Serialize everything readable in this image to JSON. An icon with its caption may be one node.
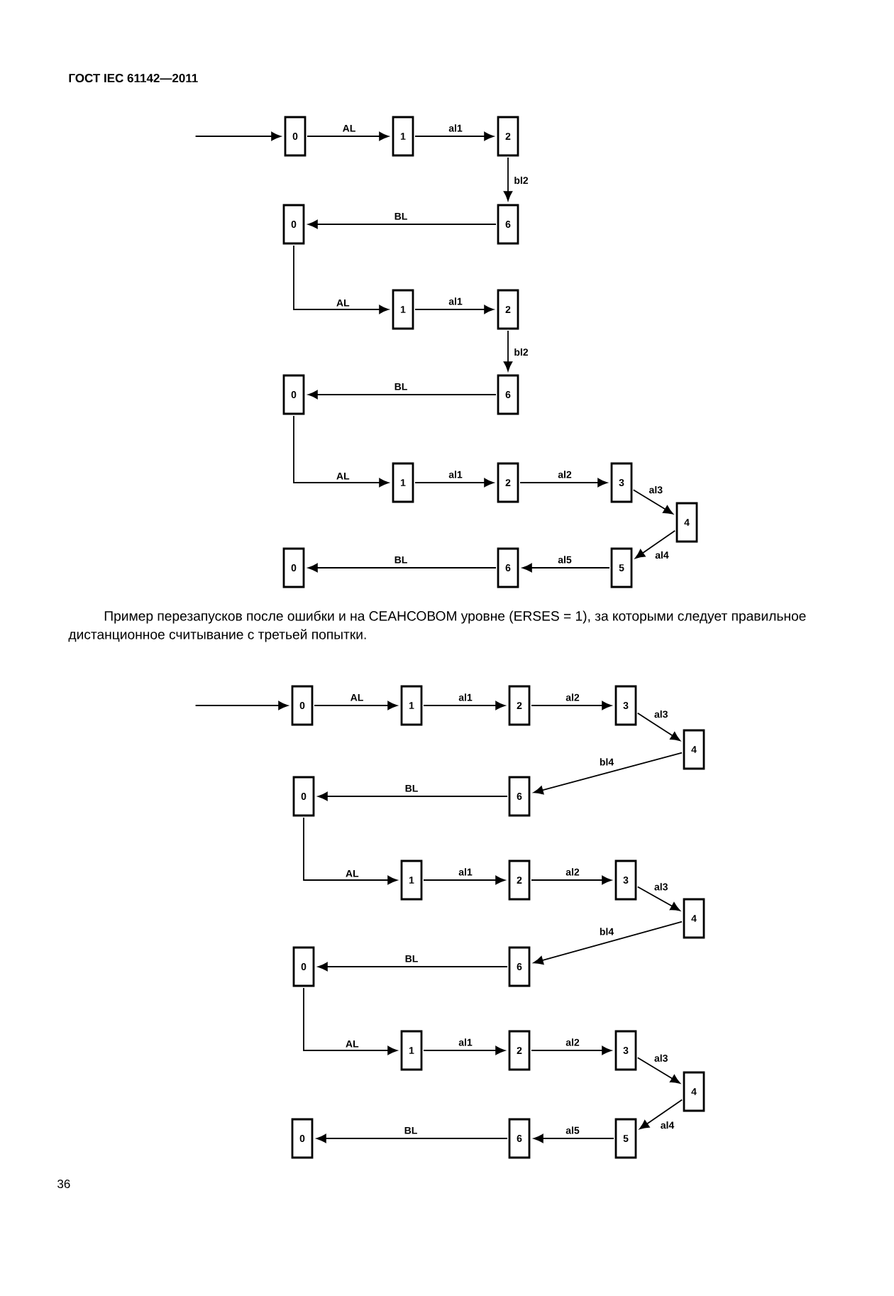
{
  "diagram": {
    "nodes": [
      {
        "text": [
          "0"
        ]
      },
      {
        "text": [
          "1"
        ]
      },
      {
        "text": [
          "2"
        ]
      },
      {
        "text": [
          "0"
        ]
      },
      {
        "text": [
          "6"
        ]
      },
      {
        "text": [
          "1"
        ]
      },
      {
        "text": [
          "2"
        ]
      },
      {
        "text": [
          "0"
        ]
      },
      {
        "text": [
          "6"
        ]
      },
      {
        "text": [
          "1"
        ]
      },
      {
        "text": [
          "2"
        ]
      },
      {
        "text": [
          "3"
        ]
      },
      {
        "text": [
          "4"
        ]
      },
      {
        "text": [
          "0"
        ]
      },
      {
        "text": [
          "6"
        ]
      },
      {
        "text": [
          "5"
        ]
      },
      {
        "text": [
          "0"
        ]
      },
      {
        "text": [
          "1"
        ]
      },
      {
        "text": [
          "2"
        ]
      },
      {
        "text": [
          "3"
        ]
      },
      {
        "text": [
          "4"
        ]
      },
      {
        "text": [
          "0"
        ]
      },
      {
        "text": [
          "6"
        ]
      },
      {
        "text": [
          "1"
        ]
      },
      {
        "text": [
          "2"
        ]
      },
      {
        "text": [
          "3"
        ]
      },
      {
        "text": [
          "4"
        ]
      },
      {
        "text": [
          "0"
        ]
      },
      {
        "text": [
          "6"
        ]
      },
      {
        "text": [
          "1"
        ]
      },
      {
        "text": [
          "2"
        ]
      },
      {
        "text": [
          "3"
        ]
      },
      {
        "text": [
          "4"
        ]
      },
      {
        "text": [
          "0"
        ]
      },
      {
        "text": [
          "6"
        ]
      },
      {
        "text": [
          "5"
        ]
      }
    ],
    "edges": [
      {
        "from": null,
        "to": 0,
        "arrow": "to"
      },
      {
        "from": 0,
        "to": 1,
        "arrow": "to",
        "label": "AL"
      },
      {
        "from": 1,
        "to": 2,
        "arrow": "to",
        "label": "al1"
      },
      {
        "from": 2,
        "to": 4,
        "arrow": "to",
        "label": "bl2"
      },
      {
        "from": 4,
        "to": 3,
        "arrow": "to",
        "label": "BL"
      },
      {
        "from": 3,
        "to": 5,
        "arrow": "to",
        "label": "AL"
      },
      {
        "from": 5,
        "to": 6,
        "arrow": "to",
        "label": "al1"
      },
      {
        "from": 6,
        "to": 8,
        "arrow": "to",
        "label": "bl2"
      },
      {
        "from": 8,
        "to": 7,
        "arrow": "to",
        "label": "BL"
      },
      {
        "from": 7,
        "to": 9,
        "arrow": "to",
        "label": "AL"
      },
      {
        "from": 9,
        "to": 10,
        "arrow": "to",
        "label": "al1"
      },
      {
        "from": 10,
        "to": 11,
        "arrow": "to",
        "label": "al2"
      },
      {
        "from": 11,
        "to": 12,
        "arrow": "to",
        "label": "al3"
      },
      {
        "from": 12,
        "to": 15,
        "arrow": "to",
        "label": "al4"
      },
      {
        "from": 15,
        "to": 14,
        "arrow": "to",
        "label": "al5"
      },
      {
        "from": 14,
        "to": 13,
        "arrow": "to",
        "label": "BL"
      },
      {
        "from": null,
        "to": 16,
        "arrow": "to"
      },
      {
        "from": 16,
        "to": 17,
        "arrow": "to",
        "label": "AL"
      },
      {
        "from": 17,
        "to": 18,
        "arrow": "to",
        "label": "al1"
      },
      {
        "from": 18,
        "to": 19,
        "arrow": "to",
        "label": "al2"
      },
      {
        "from": 19,
        "to": 20,
        "arrow": "to",
        "label": "al3"
      },
      {
        "from": 20,
        "to": 22,
        "arrow": "to",
        "label": "bl4"
      },
      {
        "from": 22,
        "to": 21,
        "arrow": "to",
        "label": "BL"
      },
      {
        "from": 21,
        "to": 23,
        "arrow": "to",
        "label": "AL"
      },
      {
        "from": 23,
        "to": 24,
        "arrow": "to",
        "label": "al1"
      },
      {
        "from": 24,
        "to": 25,
        "arrow": "to",
        "label": "al2"
      },
      {
        "from": 25,
        "to": 26,
        "arrow": "to",
        "label": "al3"
      },
      {
        "from": 26,
        "to": 28,
        "arrow": "to",
        "label": "bl4"
      },
      {
        "from": 28,
        "to": 27,
        "arrow": "to",
        "label": "BL"
      },
      {
        "from": 27,
        "to": 29,
        "arrow": "to",
        "label": "AL"
      },
      {
        "from": 29,
        "to": 30,
        "arrow": "to",
        "label": "al1"
      },
      {
        "from": 30,
        "to": 31,
        "arrow": "to",
        "label": "al2"
      },
      {
        "from": 31,
        "to": 32,
        "arrow": "to",
        "label": "al3"
      },
      {
        "from": 32,
        "to": 35,
        "arrow": "to",
        "label": "al4"
      },
      {
        "from": 35,
        "to": 34,
        "arrow": "to",
        "label": "al5"
      },
      {
        "from": 34,
        "to": 33,
        "arrow": "to",
        "label": "BL"
      }
    ],
    "labels": [
      "ГОСТ IEC 61142—2011",
      "Пример перезапусков после ошибки и на СЕАНСОВОМ уровне (ERSES = 1), за которыми следует правильное дистанционное считывание с третьей попытки.",
      "36"
    ]
  }
}
